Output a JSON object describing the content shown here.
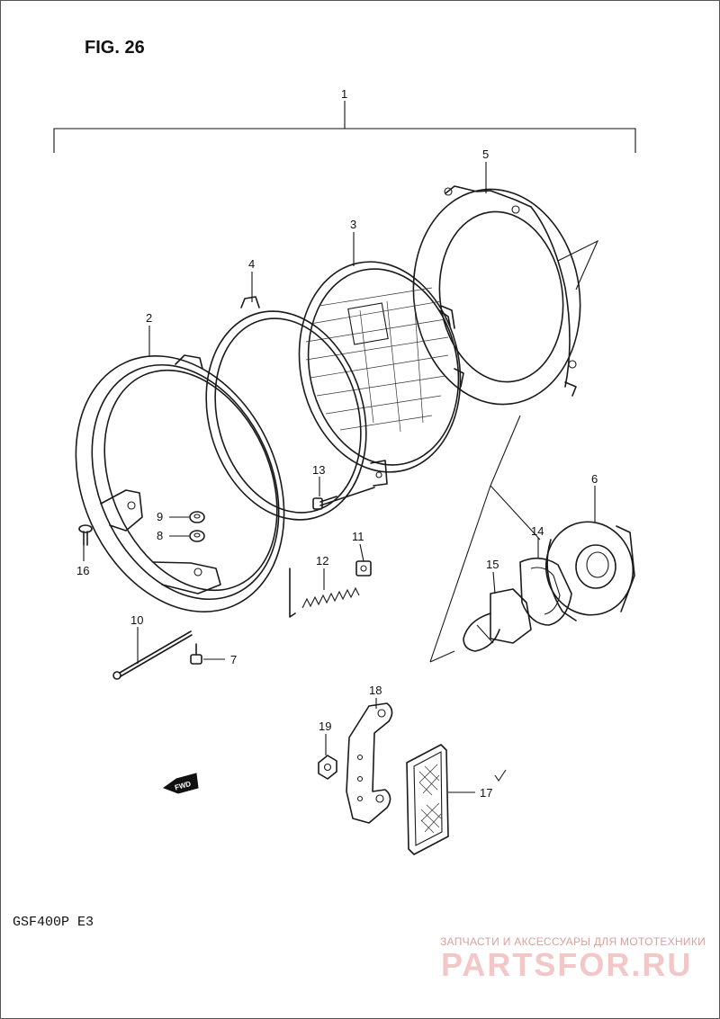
{
  "figure": {
    "title": "FIG. 26",
    "model": "GSF400P  E3"
  },
  "callouts": {
    "c1": "1",
    "c2": "2",
    "c3": "3",
    "c4": "4",
    "c5": "5",
    "c6": "6",
    "c7": "7",
    "c8": "8",
    "c9": "9",
    "c10": "10",
    "c11": "11",
    "c12": "12",
    "c13": "13",
    "c14": "14",
    "c15": "15",
    "c16": "16",
    "c17": "17",
    "c18": "18",
    "c19": "19"
  },
  "direction_marker": {
    "label": "FWD",
    "icon": "arrow-left-icon"
  },
  "watermark": {
    "tagline": "ЗАПЧАСТИ И АКСЕССУАРЫ ДЛЯ МОТОТЕХНИКИ",
    "brand": "PARTSFOR.RU",
    "color": "#f2c7c7"
  }
}
